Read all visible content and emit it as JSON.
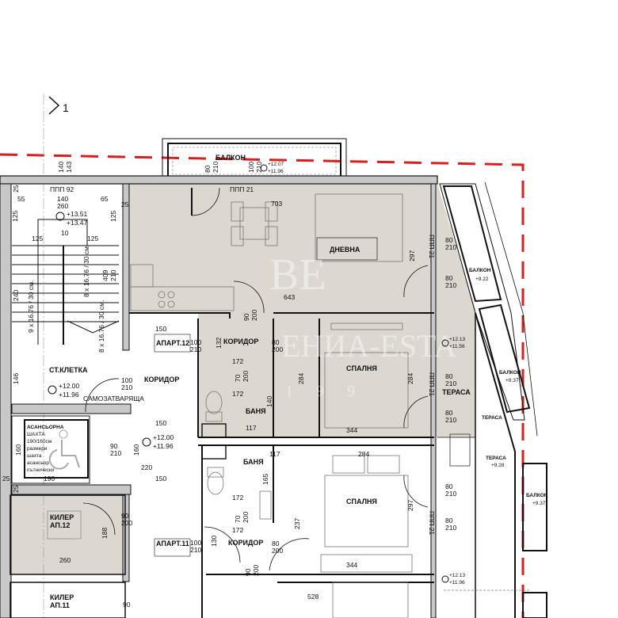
{
  "section_marker": "1",
  "colors": {
    "property_line": "#d42020",
    "apartment_fill": "#dcd7cf",
    "wall": "#111111",
    "wall_hatch": "#c8c8c8"
  },
  "watermark": {
    "logo": "BE",
    "text": "ЕНИA-ESTA",
    "year": "1 9 9"
  },
  "rooms": {
    "dnevna": "ДНЕВНА",
    "spalnya_12": "СПАЛНЯ",
    "spalnya_11": "СПАЛНЯ",
    "banya_12": "БАНЯ",
    "banya_11": "БАНЯ",
    "koridor_12": "КОРИДОР",
    "koridor_common": "КОРИДОР",
    "koridor_11": "КОРИДОР",
    "st_kletka": "СТ.КЛЕТКА",
    "balkon_top": "БАЛКОН",
    "balkon_right_1": "БАЛКОН",
    "balkon_right_2": "БАЛКОН",
    "balkon_right_3": "БАЛКОН",
    "terasa_1": "ТЕРАСА",
    "terasa_2": "ТЕРАСА",
    "terasa_3": "ТЕРАСА",
    "apart_12": "АПАРТ.12",
    "apart_11": "АПАРТ.11",
    "kiler_12": [
      "КИЛЕР",
      "АП.12"
    ],
    "kiler_11": [
      "КИЛЕР",
      "АП.11"
    ],
    "elevator": [
      "АСАНСЬОРНА",
      "ШАХТА",
      "190/160см",
      "размери",
      "шахта",
      "асансьор",
      "пътнически"
    ],
    "self_closing": "САМОЗАТВАРЯЩА"
  },
  "windows": {
    "w1": "ППП 92",
    "w2": "ППП 21",
    "w3": "ППП 21",
    "w4": "ППП 21",
    "w5": "ППП 21"
  },
  "elevations": {
    "stair_landing": [
      "+13.51",
      "+13.47"
    ],
    "stair_hall": [
      "+12.00",
      "+11.96"
    ],
    "corridor": [
      "+12.00",
      "+11.96"
    ],
    "balkon_top": [
      "+12.07",
      "+11.96"
    ],
    "terasa_12": [
      "+12.13",
      "+11.56"
    ],
    "terasa_11": [
      "+12.13",
      "+11.96"
    ],
    "balkon_right_1": "+9.22",
    "balkon_right_2": "+9.37",
    "terasa_low": "+9.28",
    "balkon_right_3": "+9.37"
  },
  "dimensions": {
    "d140a": "140",
    "d143": "143",
    "b80": "80",
    "b210a": "210",
    "b100": "100",
    "b210b": "210",
    "d55": "55",
    "d140b": "140",
    "d260a": "260",
    "d65": "65",
    "d25a": "25",
    "d25b": "25",
    "d125a": "125",
    "d125b": "125",
    "d10": "10",
    "d125c": "125",
    "d125d": "125",
    "d703": "703",
    "d643": "643",
    "d297a": "297",
    "d284a": "284",
    "d284b": "284",
    "d409": "409",
    "d210c": "210",
    "d240": "240",
    "stairs_a": "9 x 16.76 / 30 см.",
    "stairs_b": "8 x 16.76 / 30 см.",
    "stairs_c": "8 x 16.76 / 30 см.",
    "d150a": "150",
    "door_a12_w": "100",
    "door_a12_h": "210",
    "d132": "132",
    "door_k_w": "90",
    "door_k_h": "200",
    "door_s_w": "80",
    "door_s_h": "200",
    "d172a": "172",
    "door_b_w": "70",
    "door_b_h": "200",
    "d146": "146",
    "door_st_w": "100",
    "door_st_h": "210",
    "d172b": "172",
    "d140c": "140",
    "d117a": "117",
    "d344a": "344",
    "d150b": "150",
    "door_el_w": "90",
    "door_el_h": "210",
    "d160a": "160",
    "d220": "220",
    "d150c": "150",
    "d160b": "160",
    "d190": "190",
    "d25c": "25",
    "d25d": "25",
    "d260b": "260",
    "d117b": "117",
    "d165": "165",
    "d172c": "172",
    "door_b2_w": "70",
    "door_b2_h": "200",
    "d172d": "172",
    "d237": "237",
    "d284c": "284",
    "d297b": "297",
    "d344b": "344",
    "d528": "528",
    "d130": "130",
    "door_a11_w": "100",
    "door_a11_h": "210",
    "door_s2_w": "80",
    "door_s2_h": "200",
    "door_k2_w": "90",
    "door_k2_h": "200",
    "d188": "188",
    "door_kl_w": "90",
    "door_kl_h": "200",
    "d90": "90",
    "r1_w": "80",
    "r1_h": "210",
    "r2_w": "80",
    "r2_h": "210",
    "r3_w": "80",
    "r3_h": "210",
    "r4_w": "80",
    "r4_h": "210",
    "r5_w": "80",
    "r5_h": "210",
    "r6_w": "80",
    "r6_h": "210"
  }
}
